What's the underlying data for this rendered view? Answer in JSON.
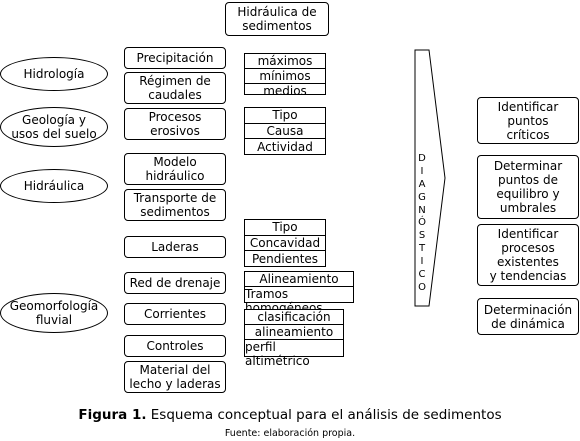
{
  "title": "Hidráulica de\nsedimentos",
  "ovals": {
    "hidrologia": "Hidrología",
    "geologia": "Geología y\nusos del suelo",
    "hidraulica": "Hidráulica",
    "geomorfologia": "Geomorfología\nfluvial"
  },
  "middle": {
    "precipitacion": "Precipitación",
    "regimen": "Régimen de\ncaudales",
    "procesos": "Procesos\nerosivos",
    "modelo": "Modelo\nhidráulico",
    "transporte": "Transporte de\nsedimentos",
    "laderas": "Laderas",
    "red": "Red de drenaje",
    "corrientes": "Corrientes",
    "controles": "Controles",
    "material": "Material del\nlecho y laderas"
  },
  "stacks": {
    "caudales": [
      "máximos",
      "mínimos",
      "medios"
    ],
    "erosion": [
      "Tipo",
      "Causa",
      "Actividad"
    ],
    "laderas": [
      "Tipo",
      "Concavidad",
      "Pendientes"
    ],
    "drenaje": [
      "Alineamiento",
      "Tramos homogéneos"
    ],
    "corrientes": [
      "clasificación",
      "alineamiento",
      "perfil altimétrico"
    ]
  },
  "diagnostico": [
    "D",
    "I",
    "A",
    "G",
    "N",
    "Ó",
    "S",
    "T",
    "I",
    "C",
    "O"
  ],
  "right": {
    "r1": "Identificar\npuntos\ncríticos",
    "r2": "Determinar\npuntos de\nequilibro y\numbrales",
    "r3": "Identificar\nprocesos\nexistentes\ny tendencias",
    "r4": "Determinación\nde dinámica"
  },
  "caption": {
    "label": "Figura 1.",
    "text": " Esquema conceptual para el análisis de sedimentos"
  },
  "source": "Fuente: elaboración propia."
}
